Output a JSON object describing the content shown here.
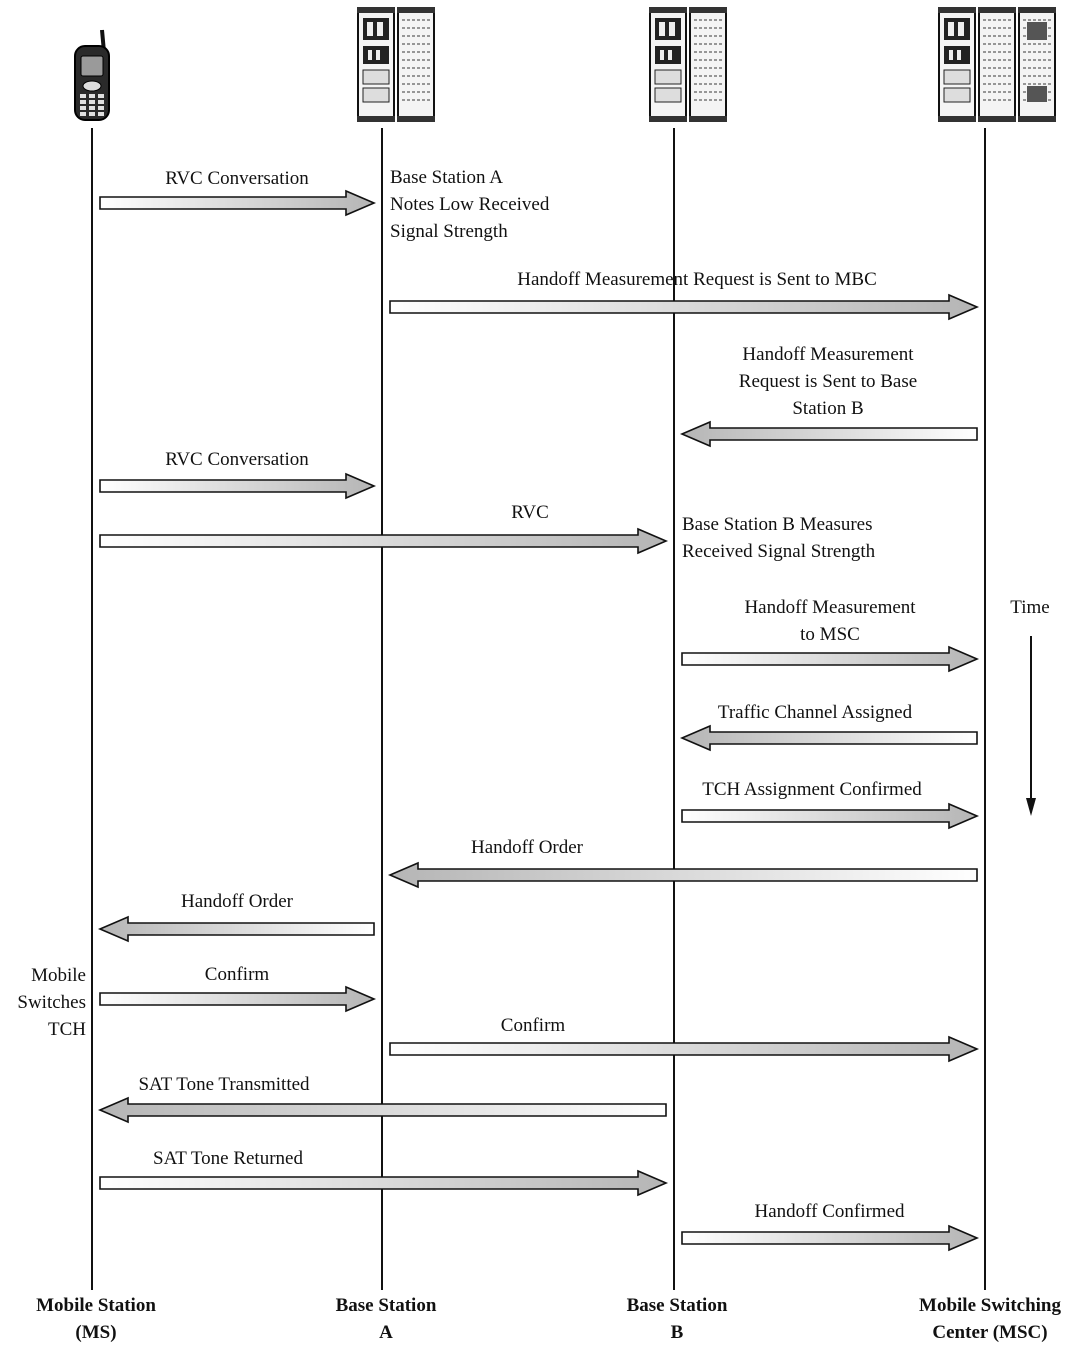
{
  "entities": [
    {
      "id": "ms",
      "label": [
        "Mobile Station",
        "(MS)"
      ],
      "icon": "mobile-phone-icon"
    },
    {
      "id": "bsa",
      "label": [
        "Base Station",
        "A"
      ],
      "icon": "base-station-rack-icon"
    },
    {
      "id": "bsb",
      "label": [
        "Base Station",
        "B"
      ],
      "icon": "base-station-rack-icon"
    },
    {
      "id": "msc",
      "label": [
        "Mobile Switching",
        "Center (MSC)"
      ],
      "icon": "switching-center-rack-icon"
    }
  ],
  "messages": [
    {
      "from": "ms",
      "to": "bsa",
      "label": "RVC Conversation"
    },
    {
      "from": "bsa",
      "to": "msc",
      "label": "Handoff Measurement Request is Sent to MBC"
    },
    {
      "from": "msc",
      "to": "bsb",
      "label": [
        "Handoff Measurement",
        "Request is Sent to Base",
        "Station B"
      ]
    },
    {
      "from": "ms",
      "to": "bsa",
      "label": "RVC Conversation"
    },
    {
      "from": "ms",
      "to": "bsb",
      "label": "RVC"
    },
    {
      "from": "bsb",
      "to": "msc",
      "label": [
        "Handoff Measurement",
        "to MSC"
      ]
    },
    {
      "from": "msc",
      "to": "bsb",
      "label": "Traffic Channel Assigned"
    },
    {
      "from": "bsb",
      "to": "msc",
      "label": "TCH Assignment Confirmed"
    },
    {
      "from": "msc",
      "to": "bsa",
      "label": "Handoff Order"
    },
    {
      "from": "bsa",
      "to": "ms",
      "label": "Handoff Order"
    },
    {
      "from": "ms",
      "to": "bsa",
      "label": "Confirm"
    },
    {
      "from": "bsa",
      "to": "msc",
      "label": "Confirm"
    },
    {
      "from": "bsb",
      "to": "ms",
      "label": "SAT Tone Transmitted"
    },
    {
      "from": "ms",
      "to": "bsb",
      "label": "SAT Tone Returned"
    },
    {
      "from": "bsb",
      "to": "msc",
      "label": "Handoff Confirmed"
    }
  ],
  "notes": [
    {
      "near": "bsa",
      "lines": [
        "Base Station A",
        "Notes Low Received",
        "Signal Strength"
      ]
    },
    {
      "near": "bsb",
      "lines": [
        "Base Station B Measures",
        "Received Signal Strength"
      ]
    },
    {
      "near": "ms",
      "lines": [
        "Mobile",
        "Switches",
        "TCH"
      ]
    }
  ],
  "time_label": "Time",
  "colors": {
    "line": "#111111",
    "arrow_fill_start": "#ffffff",
    "arrow_fill_end": "#b8b8b8"
  }
}
